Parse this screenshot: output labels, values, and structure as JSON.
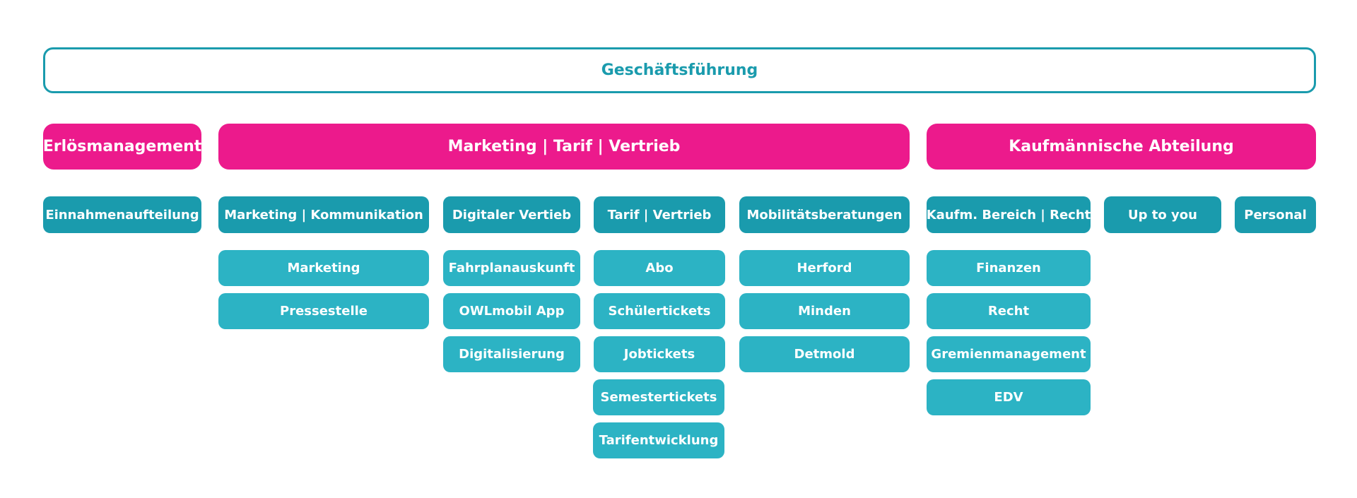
{
  "top": {
    "label": "Geschäftsführung"
  },
  "departments": [
    {
      "label": "Erlösmanagement"
    },
    {
      "label": "Marketing | Tarif | Vertrieb"
    },
    {
      "label": "Kaufmännische Abteilung"
    }
  ],
  "teams": [
    {
      "label": "Einnahmenaufteilung",
      "units": []
    },
    {
      "label": "Marketing | Kommunikation",
      "units": [
        "Marketing",
        "Pressestelle"
      ]
    },
    {
      "label": "Digitaler Vertieb",
      "units": [
        "Fahrplanauskunft",
        "OWLmobil App",
        "Digitalisierung"
      ]
    },
    {
      "label": "Tarif | Vertrieb",
      "units": [
        "Abo",
        "Schülertickets",
        "Jobtickets",
        "Semestertickets",
        "Tarifentwicklung"
      ]
    },
    {
      "label": "Mobilitätsberatungen",
      "units": [
        "Herford",
        "Minden",
        "Detmold"
      ]
    },
    {
      "label": "Kaufm. Bereich | Recht",
      "units": [
        "Finanzen",
        "Recht",
        "Gremienmanagement",
        "EDV"
      ]
    },
    {
      "label": "Up to you",
      "units": []
    },
    {
      "label": "Personal",
      "units": []
    }
  ],
  "colors": {
    "primary_teal": "#1a9bad",
    "light_teal": "#2cb3c4",
    "magenta": "#ec1a8c",
    "white": "#ffffff"
  }
}
